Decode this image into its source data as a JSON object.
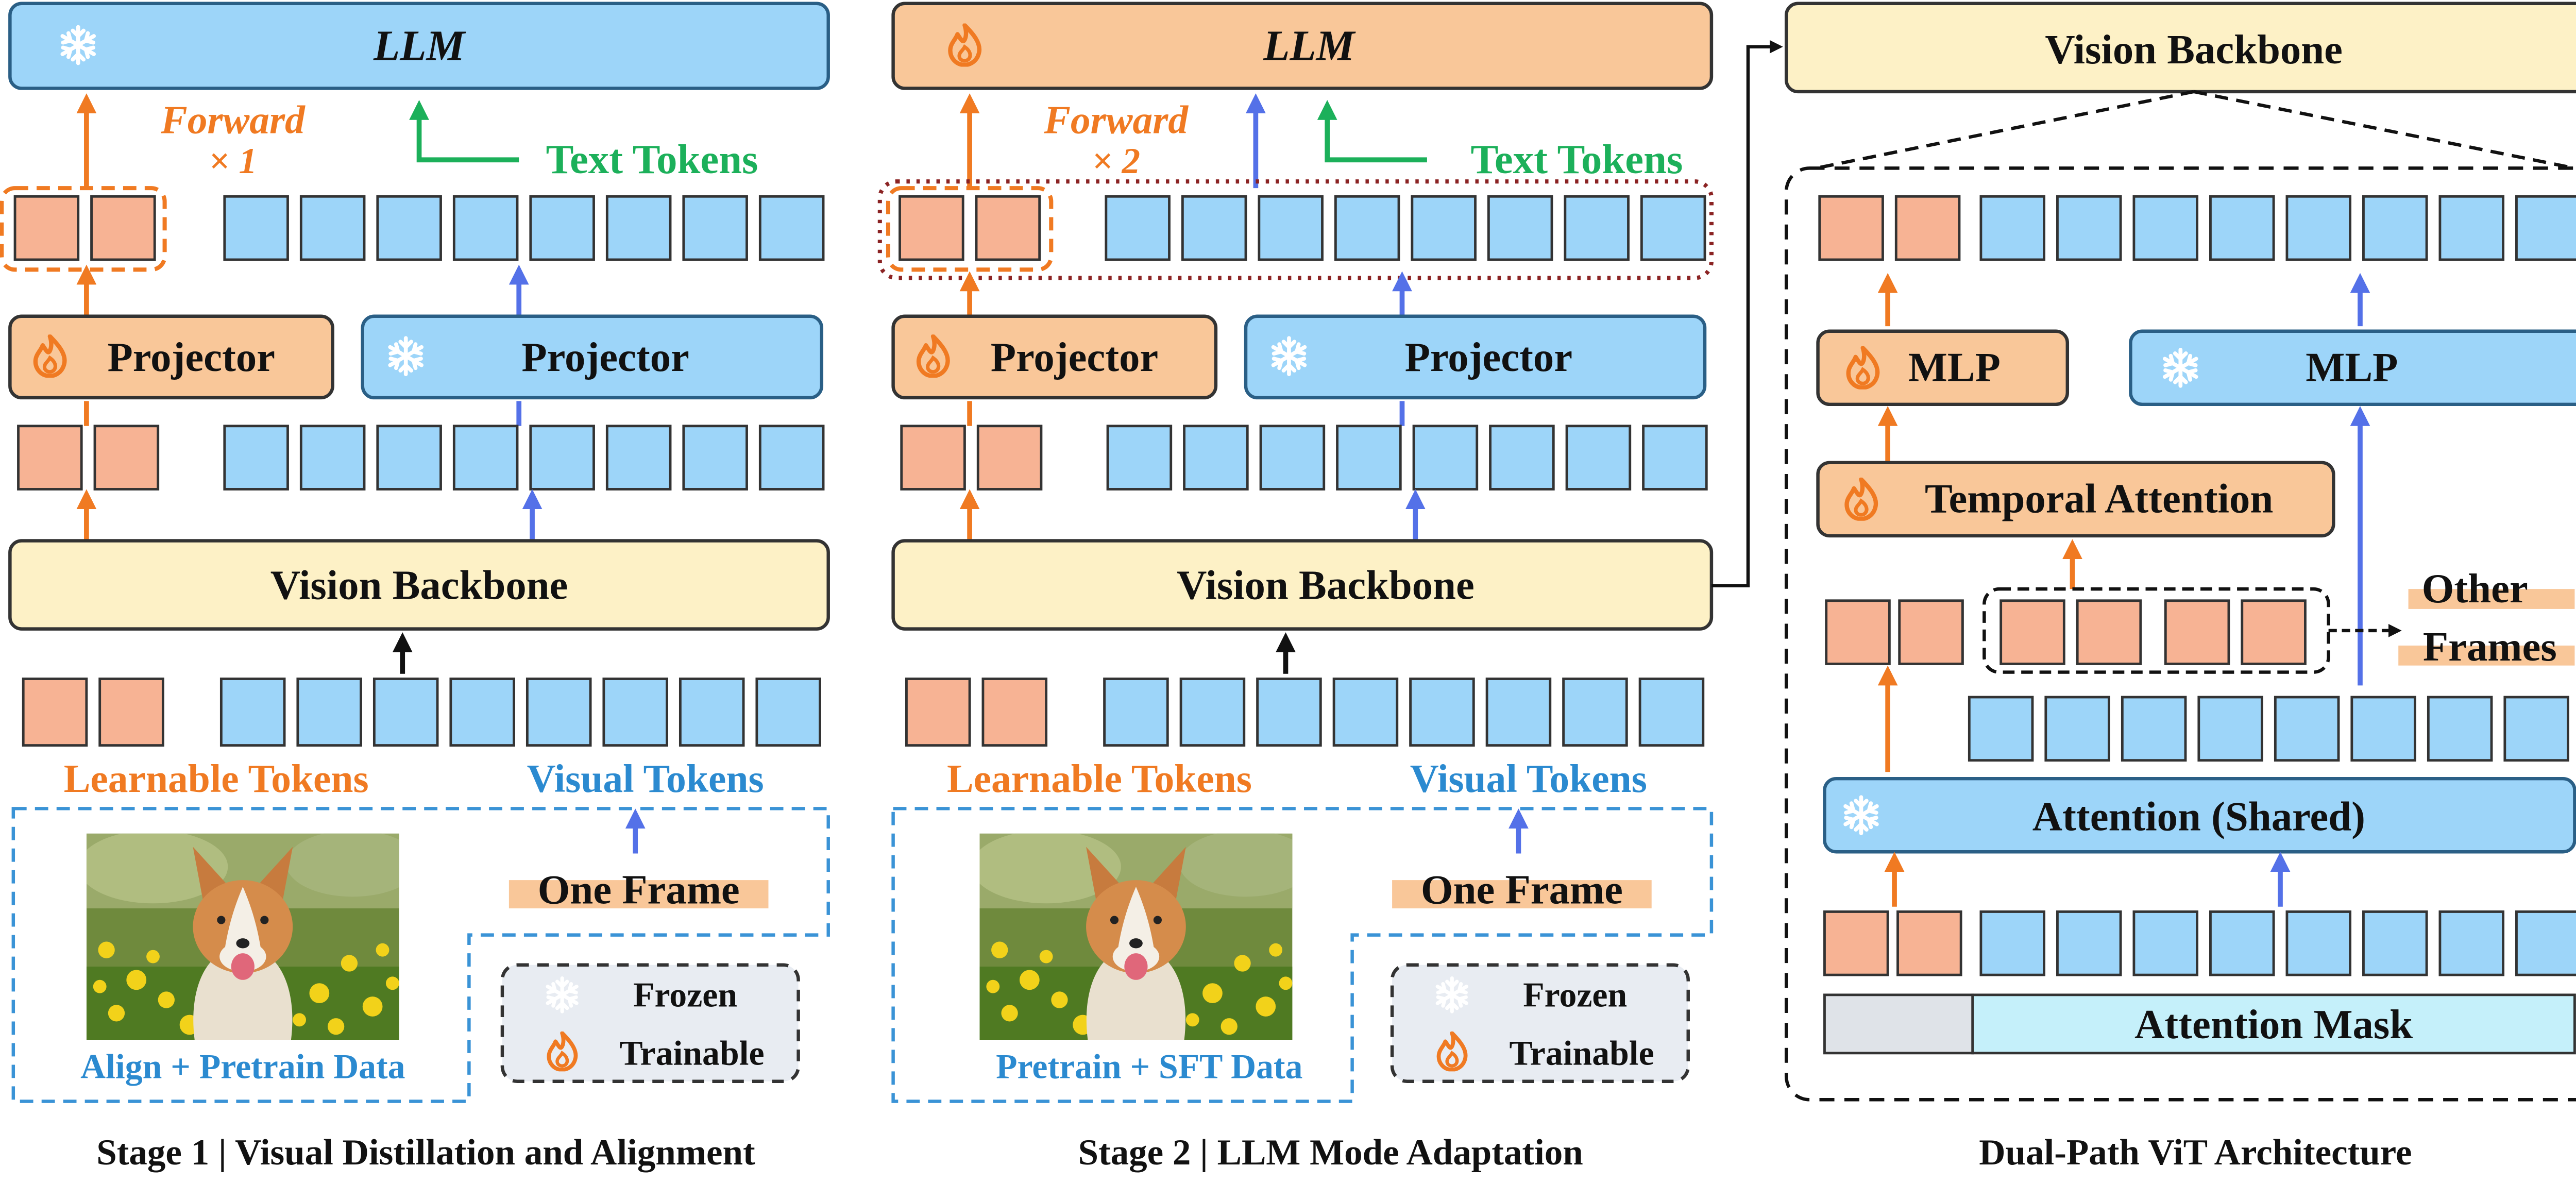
{
  "colors": {
    "blue_fill": "#9dd5f9",
    "blue_stroke": "#2a5f86",
    "orange_fill": "#f9c799",
    "orange_stroke": "#c0702e",
    "salmon_fill": "#f7b394",
    "beige_fill": "#fdf1c6",
    "orange_text": "#f07a22",
    "green_text": "#1cb05a",
    "blue_text": "#2b8ad0",
    "arrow_orange": "#f07a22",
    "arrow_blue": "#5471e8",
    "arrow_green": "#1cb05a",
    "dashed_blue": "#3a93d6",
    "dotted_red": "#8b2323",
    "mask_blue": "#c5f0fa",
    "mask_gray": "#dfe3e8"
  },
  "icons": {
    "frozen": "snowflake-icon",
    "trainable": "flame-icon"
  },
  "stage1": {
    "llm": "LLM",
    "forward": "Forward",
    "multiplier": "× 1",
    "text_tokens": "Text Tokens",
    "projector_left": "Projector",
    "projector_right": "Projector",
    "vision_backbone": "Vision Backbone",
    "learnable_tokens": "Learnable Tokens",
    "visual_tokens": "Visual Tokens",
    "one_frame": "One Frame",
    "data_label": "Align + Pretrain Data",
    "legend_frozen": "Frozen",
    "legend_trainable": "Trainable",
    "caption": "Stage 1 | Visual Distillation and Alignment"
  },
  "stage2": {
    "llm": "LLM",
    "forward": "Forward",
    "multiplier": "× 2",
    "text_tokens": "Text Tokens",
    "projector_left": "Projector",
    "projector_right": "Projector",
    "vision_backbone": "Vision Backbone",
    "learnable_tokens": "Learnable Tokens",
    "visual_tokens": "Visual Tokens",
    "one_frame": "One Frame",
    "data_label": "Pretrain + SFT Data",
    "legend_frozen": "Frozen",
    "legend_trainable": "Trainable",
    "caption": "Stage 2 | LLM Mode Adaptation"
  },
  "vit": {
    "vision_backbone": "Vision Backbone",
    "mlp_left": "MLP",
    "mlp_right": "MLP",
    "temporal_attention": "Temporal Attention",
    "other": "Other",
    "frames": "Frames",
    "attention_shared": "Attention (Shared)",
    "attention_mask": "Attention Mask",
    "caption": "Dual-Path ViT Architecture"
  }
}
